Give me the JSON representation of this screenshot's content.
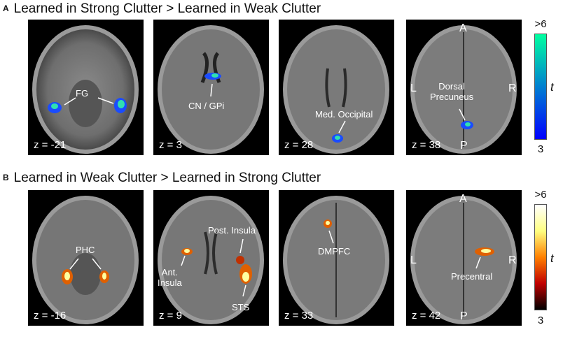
{
  "rowA": {
    "letter": "A",
    "title": "Learned in Strong Clutter > Learned in Weak Clutter",
    "panels": [
      {
        "z": "z = -21",
        "labels": [
          "FG"
        ]
      },
      {
        "z": "z = 3",
        "labels": [
          "CN / GPi"
        ]
      },
      {
        "z": "z = 28",
        "labels": [
          "Med. Occipital"
        ]
      },
      {
        "z": "z = 38",
        "labels": [
          "Dorsal\nPrecuneus"
        ],
        "orient": {
          "a": "A",
          "p": "P",
          "l": "L",
          "r": "R"
        }
      }
    ],
    "colorbar": {
      "max": ">6",
      "min": "3",
      "stat": "t",
      "colors": [
        "#0000ff",
        "#00ffa0"
      ]
    }
  },
  "rowB": {
    "letter": "B",
    "title": "Learned in Weak Clutter > Learned in Strong Clutter",
    "panels": [
      {
        "z": "z = -16",
        "labels": [
          "PHC"
        ]
      },
      {
        "z": "z = 9",
        "labels": [
          "Post. Insula",
          "Ant.\nInsula",
          "STS"
        ]
      },
      {
        "z": "z = 33",
        "labels": [
          "DMPFC"
        ]
      },
      {
        "z": "z = 42",
        "labels": [
          "Precentral"
        ],
        "orient": {
          "a": "A",
          "p": "P",
          "l": "L",
          "r": "R"
        }
      }
    ],
    "colorbar": {
      "max": ">6",
      "min": "3",
      "stat": "t",
      "colors": [
        "#000000",
        "#c00000",
        "#ff8000",
        "#ffff80",
        "#ffffff"
      ]
    }
  }
}
